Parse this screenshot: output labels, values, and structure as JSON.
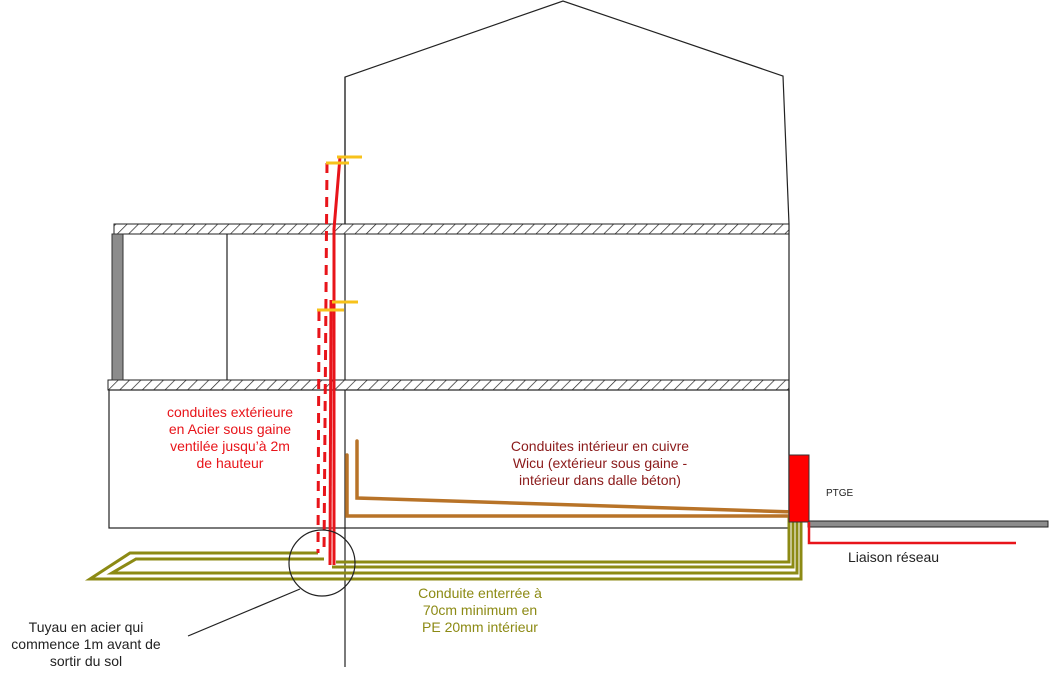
{
  "colors": {
    "steel_pipe": "#e8141a",
    "copper_pipe": "#b87328",
    "buried_pipe": "#8c8a14",
    "valve": "#f7c21b",
    "ptge_box": "#ff0000",
    "copper_label": "#8b1a1a",
    "wall_gray": "#8c8c8c",
    "outline": "#222222"
  },
  "labels": {
    "steel_pipe_note": [
      "conduites extérieure",
      "en Acier sous gaine",
      "ventilée jusqu’à 2m",
      "de hauteur"
    ],
    "copper_pipe_note": [
      "Conduites intérieur en cuivre",
      "Wicu (extérieur sous gaine -",
      "intérieur dans dalle béton)"
    ],
    "buried_pipe_note": [
      "Conduite enterrée à",
      "70cm minimum en",
      "PE 20mm intérieur"
    ],
    "steel_callout_note": [
      "Tuyau en acier qui",
      "commence 1m avant de",
      "sortir du sol"
    ],
    "ptge": "PTGE",
    "network_link": "Liaison réseau"
  }
}
